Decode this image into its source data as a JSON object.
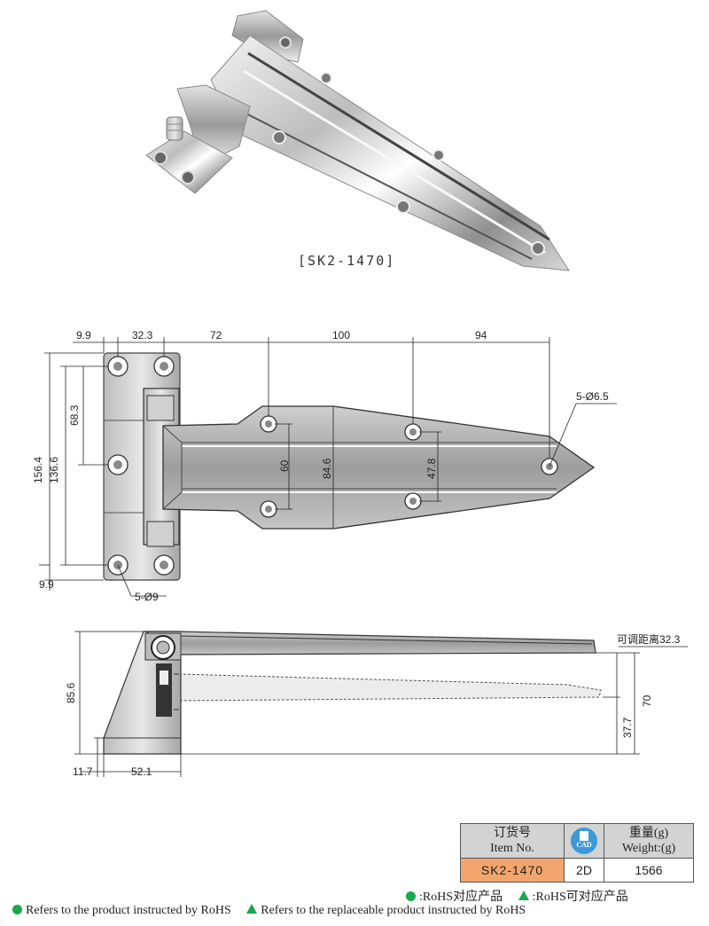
{
  "product_caption": "[SK2-1470]",
  "top_dims": [
    "9.9",
    "32.3",
    "72",
    "100",
    "94"
  ],
  "left_dims": {
    "overall": "156.4",
    "holes": "136.6",
    "upper": "68.3",
    "bottom_margin": "9.9"
  },
  "inner_dims": {
    "d60": "60",
    "d846": "84.6",
    "d478": "47.8"
  },
  "hole_callouts": {
    "leaf": "5-Ø6.5",
    "base": "5-Ø9"
  },
  "side_dims": {
    "height": "85.6",
    "base_offset": "11.7",
    "base_width": "52.1",
    "adjust_label": "可调距离32.3",
    "d70": "70",
    "d377": "37.7"
  },
  "spec_table": {
    "item_header_cn": "订货号",
    "item_header_en": "Item No.",
    "cad_label": "CAD",
    "weight_header_cn": "重量(g)",
    "weight_header_en": "Weight:(g)",
    "item_no": "SK2-1470",
    "format": "2D",
    "weight": "1566"
  },
  "rohs_cn": {
    "compliant": ":RoHS对应产品",
    "replaceable": ":RoHS可对应产品"
  },
  "rohs_en": {
    "compliant": "Refers to the product instructed by RoHS",
    "replaceable": "Refers to the replaceable product instructed by RoHS"
  },
  "colors": {
    "legend_green": "#1aa84c",
    "item_highlight": "#f2a66d",
    "cad_blue": "#3a9ad9",
    "table_header": "#d3d3d3"
  }
}
